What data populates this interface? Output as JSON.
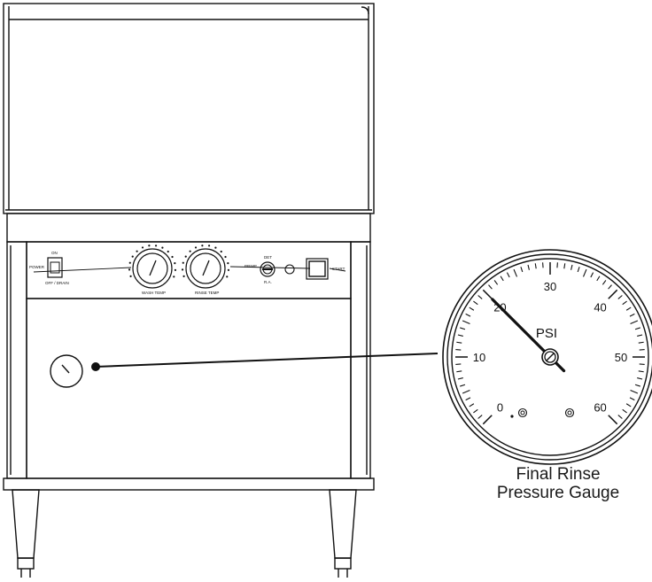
{
  "panel": {
    "power_label": "POWER",
    "on_label": "ON",
    "off_drain_label": "OFF / DRAIN",
    "wash_temp_label": "WASH TEMP",
    "rinse_temp_label": "RINSE TEMP",
    "prime_label": "PRIME",
    "det_label": "DET",
    "rinse_aid_label": "R.A.",
    "start_label": "START"
  },
  "gauge": {
    "unit_label": "PSI",
    "scale": [
      {
        "label": "0",
        "value": 0
      },
      {
        "label": "10",
        "value": 10
      },
      {
        "label": "20",
        "value": 20
      },
      {
        "label": "30",
        "value": 30
      },
      {
        "label": "40",
        "value": 40
      },
      {
        "label": "50",
        "value": 50
      },
      {
        "label": "60",
        "value": 60
      }
    ],
    "min": 0,
    "max": 60,
    "reading": 20
  },
  "caption": {
    "line1": "Final Rinse",
    "line2": "Pressure Gauge"
  }
}
